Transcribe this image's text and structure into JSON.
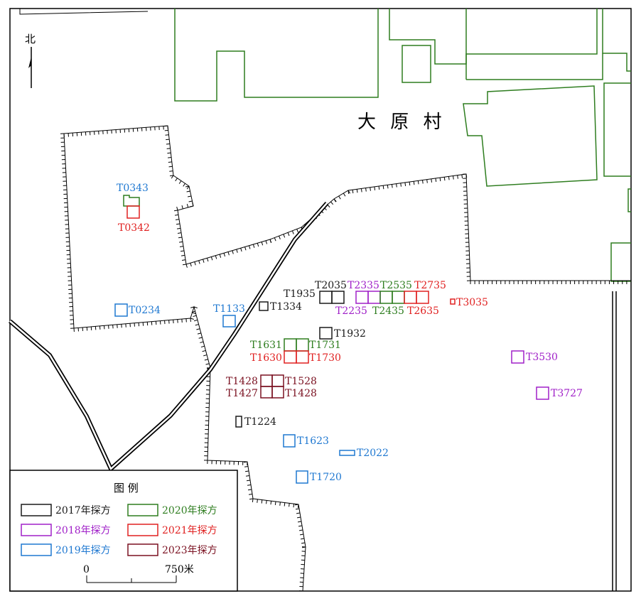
{
  "colors": {
    "y2017": "#1a1a1a",
    "y2018": "#a020c8",
    "y2019": "#1f78d1",
    "y2020": "#2e7d1f",
    "y2021": "#e02020",
    "y2023": "#7a1020",
    "boundary": "#000000"
  },
  "village_label": "大 原 村",
  "north_label": "北",
  "legend": {
    "title": "图  例",
    "items": [
      {
        "year_key": "y2017",
        "label": "2017年探方"
      },
      {
        "year_key": "y2020",
        "label": "2020年探方"
      },
      {
        "year_key": "y2018",
        "label": "2018年探方"
      },
      {
        "year_key": "y2021",
        "label": "2021年探方"
      },
      {
        "year_key": "y2019",
        "label": "2019年探方"
      },
      {
        "year_key": "y2023",
        "label": "2023年探方"
      }
    ]
  },
  "scale": {
    "start_label": "0",
    "end_label": "750米"
  },
  "squares": {
    "T0343": "T0343",
    "T0342": "T0342",
    "T0234": "T0234",
    "T1133": "T1133",
    "T1334": "T1334",
    "T1935": "T1935",
    "T2035": "T2035",
    "T2335": "T2335",
    "T2535": "T2535",
    "T2735": "T2735",
    "T2235": "T2235",
    "T2435": "T2435",
    "T2635": "T2635",
    "T3035": "T3035",
    "T1932": "T1932",
    "T1631": "T1631",
    "T1731": "T1731",
    "T1630": "T1630",
    "T1730": "T1730",
    "T1428a": "T1428",
    "T1528": "T1528",
    "T1427": "T1427",
    "T1428b": "T1428",
    "T3530": "T3530",
    "T3727": "T3727",
    "T1224": "T1224",
    "T1623": "T1623",
    "T2022": "T2022",
    "T1720": "T1720"
  }
}
